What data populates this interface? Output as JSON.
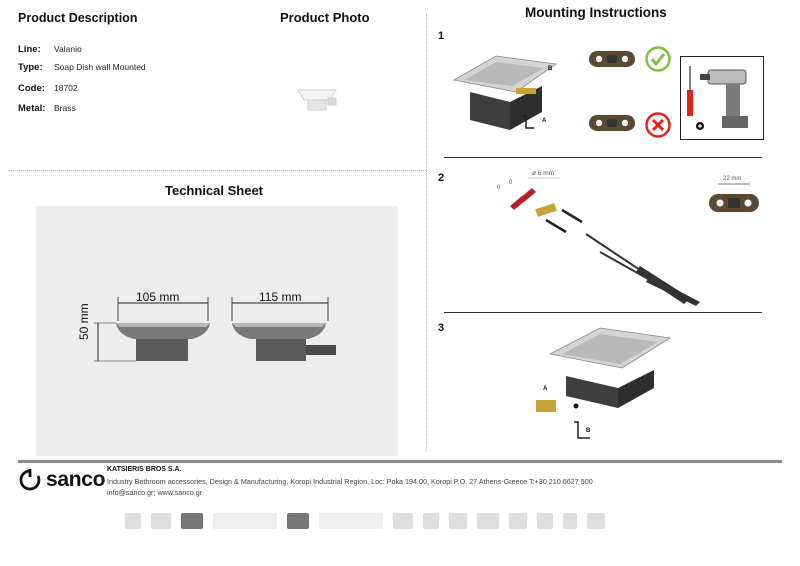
{
  "product_description": {
    "title": "Product Description",
    "specs": [
      {
        "key": "Line:",
        "value": "Valanio"
      },
      {
        "key": "Type:",
        "value": "Soap Dish wall Mounted"
      },
      {
        "key": "Code:",
        "value": "18702"
      },
      {
        "key": "Metal:",
        "value": "Brass"
      }
    ]
  },
  "product_photo": {
    "title": "Product Photo"
  },
  "technical_sheet": {
    "title": "Technical Sheet",
    "dim_width_front": "105 mm",
    "dim_depth": "115 mm",
    "dim_height": "50 mm"
  },
  "mounting": {
    "title": "Mounting Instructions",
    "step1": "1",
    "step2": "2",
    "step3": "3",
    "label_a": "A",
    "label_b": "B",
    "drill_dia": "ø 6 mm",
    "plate_width": "22 mm",
    "zero1": "0",
    "zero2": "0"
  },
  "footer": {
    "logo": "sanco",
    "company": "KATSIERIS BROS S.A.",
    "line1": "Industry Bathroom accessories, Design & Manufacturing, Koropi Industrial Region, Loc: Poka 194.00, Koropi P.O. 27  Athens-Greece  T:+30 210 6627 500",
    "line2": "info@sanco.gr; www.sanco.gr"
  },
  "colors": {
    "ok_green": "#7cc242",
    "bad_red": "#e2231a",
    "brass": "#c9a23a",
    "dark_steel": "#3c3c3c"
  }
}
